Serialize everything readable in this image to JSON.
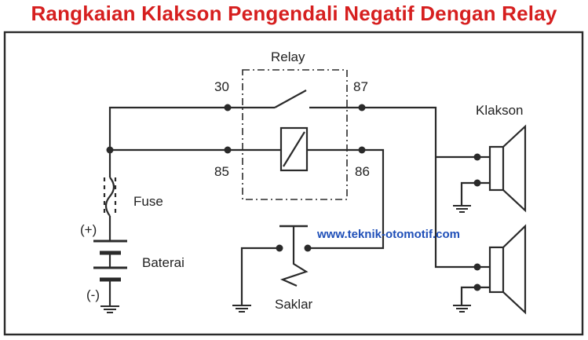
{
  "title": "Rangkaian Klakson Pengendali Negatif Dengan Relay",
  "labels": {
    "relay": "Relay",
    "t30": "30",
    "t87": "87",
    "t85": "85",
    "t86": "86",
    "klakson": "Klakson",
    "fuse": "Fuse",
    "plus": "(+)",
    "minus": "(-)",
    "baterai": "Baterai",
    "saklar": "Saklar",
    "website": "www.teknik-otomotif.com"
  },
  "colors": {
    "title": "#d61f1f",
    "website": "#1f4fb8",
    "wire": "#2a2a2a"
  }
}
